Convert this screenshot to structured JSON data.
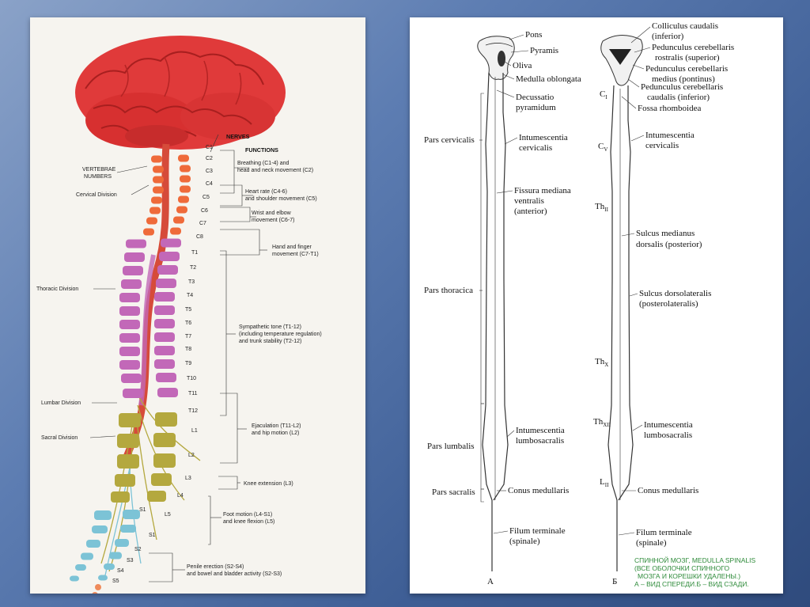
{
  "left_diagram": {
    "top_labels": {
      "nerves": "NERVES",
      "functions": "FUNCTIONS"
    },
    "region_labels": [
      {
        "id": "vertebrae-numbers",
        "text1": "VERTEBRAE",
        "text2": "NUMBERS"
      },
      {
        "id": "cervical",
        "text": "Cervical Division"
      },
      {
        "id": "thoracic",
        "text": "Thoracic Division"
      },
      {
        "id": "lumbar",
        "text": "Lumbar Division"
      },
      {
        "id": "sacral",
        "text": "Sacral Division"
      }
    ],
    "vertebrae_labels": [
      "C1",
      "C2",
      "C3",
      "C4",
      "C5",
      "C6",
      "C7",
      "C8",
      "T1",
      "T2",
      "T3",
      "T4",
      "T5",
      "T6",
      "T7",
      "T8",
      "T9",
      "T10",
      "T11",
      "T12",
      "L1",
      "L2",
      "L3",
      "L4",
      "L5",
      "S1",
      "S1",
      "S2",
      "S3",
      "S4",
      "S5"
    ],
    "functions": [
      {
        "id": "breathing",
        "line1": "Breathing (C1-4) and",
        "line2": "head and neck movement (C2)"
      },
      {
        "id": "heart-rate",
        "line1": "Heart rate (C4-6)",
        "line2": "and shoulder movement (C5)"
      },
      {
        "id": "wrist",
        "line1": "Wrist and elbow",
        "line2": "movement (C6-7)"
      },
      {
        "id": "hand",
        "line1": "Hand and finger",
        "line2": "movement (C7-T1)"
      },
      {
        "id": "sympathetic",
        "line1": "Sympathetic tone (T1-12)",
        "line2": "(including temperature regulation)",
        "line3": "and trunk stability (T2-12)"
      },
      {
        "id": "ejaculation",
        "line1": "Ejaculation (T11-L2)",
        "line2": "and hip motion (L2)"
      },
      {
        "id": "knee",
        "line1": "Knee extension (L3)"
      },
      {
        "id": "foot",
        "line1": "Foot motion (L4-S1)",
        "line2": "and knee flexion (L5)"
      },
      {
        "id": "penile",
        "line1": "Penile erection (S2-S4)",
        "line2": "and bowel and bladder activity (S2-S3)"
      }
    ],
    "colors": {
      "brain": "#e03a3a",
      "cervical": "#ef6a3a",
      "thoracic": "#c268b8",
      "lumbar": "#b4a83e",
      "sacral": "#7cc3d6",
      "cord": "#d64b3a"
    }
  },
  "right_diagram": {
    "view_a_letter": "А",
    "view_b_letter": "Б",
    "a_labels": {
      "pons": "Pons",
      "pyramis": "Pyramis",
      "oliva": "Oliva",
      "medulla": "Medulla oblongata",
      "decussatio1": "Decussatio",
      "decussatio2": "pyramidum",
      "pars_cervicalis": "Pars cervicalis",
      "intum_cerv1": "Intumescentia",
      "intum_cerv2": "cervicalis",
      "fissura1": "Fissura mediana",
      "fissura2": "ventralis",
      "fissura3": "(anterior)",
      "pars_thoracica": "Pars thoracica",
      "pars_lumbalis": "Pars lumbalis",
      "intum_lumb1": "Intumescentia",
      "intum_lumb2": "lumbosacralis",
      "pars_sacralis": "Pars sacralis",
      "conus": "Conus medullaris",
      "filum1": "Filum terminale",
      "filum2": "(spinale)"
    },
    "b_labels": {
      "colliculus1": "Colliculus caudalis",
      "colliculus2": "(inferior)",
      "ped_rost1": "Pedunculus cerebellaris",
      "ped_rost2": "rostralis (superior)",
      "ped_med1": "Pedunculus cerebellaris",
      "ped_med2": "medius (pontinus)",
      "ped_caud1": "Pedunculus cerebellaris",
      "ped_caud2": "caudalis (inferior)",
      "fossa": "Fossa rhomboidea",
      "intum_cerv1": "Intumescentia",
      "intum_cerv2": "cervicalis",
      "sulcus_med1": "Sulcus medianus",
      "sulcus_med2": "dorsalis (posterior)",
      "sulcus_dl1": "Sulcus dorsolateralis",
      "sulcus_dl2": "(posterolateralis)",
      "intum_lumb1": "Intumescentia",
      "intum_lumb2": "lumbosacralis",
      "conus": "Conus medullaris",
      "filum1": "Filum terminale",
      "filum2": "(spinale)"
    },
    "segment_marks": {
      "c1": {
        "main": "C",
        "sub": "I"
      },
      "c5": {
        "main": "C",
        "sub": "V"
      },
      "th2": {
        "main": "Th",
        "sub": "II"
      },
      "th10": {
        "main": "Th",
        "sub": "X"
      },
      "th12": {
        "main": "Th",
        "sub": "XII"
      },
      "l2": {
        "main": "L",
        "sub": "II"
      }
    },
    "caption": {
      "line1": "СПИННОЙ МОЗГ, MEDULLA SPINALIS",
      "line2": "(ВСЕ ОБОЛОЧКИ СПИННОГО",
      "line3": "МОЗГА И КОРЕШКИ УДАЛЕНЫ.)",
      "line4": "А – ВИД СПЕРЕДИ.Б – ВИД СЗАДИ."
    },
    "caption_color": "#2e8b3a"
  }
}
